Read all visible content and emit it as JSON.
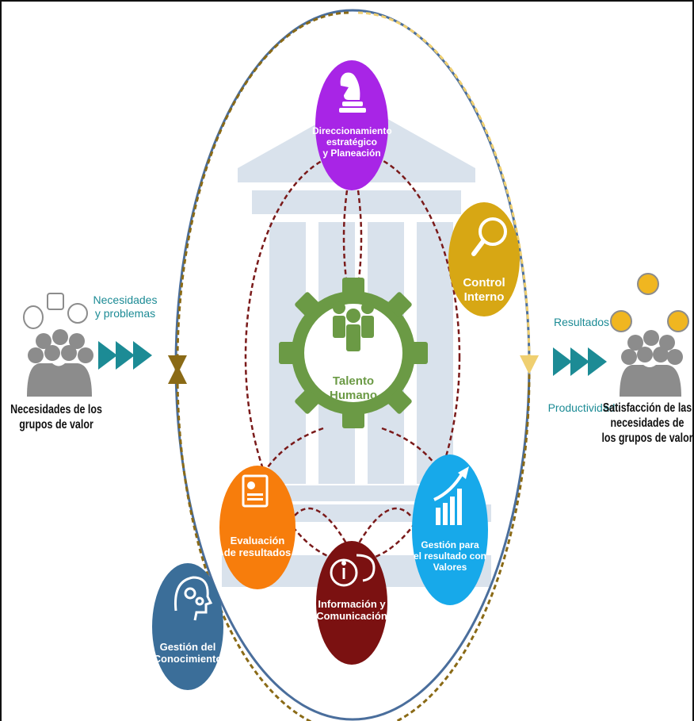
{
  "nodes": {
    "top": {
      "label_lines": [
        "Direccionamiento",
        "estratégico",
        "y Planeación"
      ],
      "icon": "knight-chess-icon",
      "color": "#a825e6"
    },
    "control": {
      "label_lines": [
        "Control",
        "Interno"
      ],
      "icon": "magnifier-icon",
      "color": "#d7a714"
    },
    "center": {
      "label_lines": [
        "Talento",
        "Humano"
      ],
      "icon": "team-gear-icon",
      "color": "#6b9a45"
    },
    "evaluation": {
      "label_lines": [
        "Evaluación",
        "de resultados"
      ],
      "icon": "report-document-icon",
      "color": "#f77d0c"
    },
    "management": {
      "label_lines": [
        "Gestión para",
        "el resultado con",
        "Valores"
      ],
      "icon": "growth-chart-icon",
      "color": "#17a9ea"
    },
    "info": {
      "label_lines": [
        "Información y",
        "Comunicación"
      ],
      "icon": "speech-bubbles-info-icon",
      "color": "#7b1111"
    },
    "knowledge": {
      "label_lines": [
        "Gestión del",
        "Conocimiento"
      ],
      "icon": "head-gears-icon",
      "color": "#3b6e99"
    }
  },
  "left": {
    "flow_lines": [
      "Necesidades",
      "y problemas"
    ],
    "group_lines": [
      "Necesidades de los",
      "grupos de valor"
    ],
    "icon": "people-group-speech-icon"
  },
  "right": {
    "flow_top": "Resultados",
    "flow_bottom": "Productividad",
    "group_lines": [
      "Satisfacción de las",
      "necesidades de",
      "los grupos de valor"
    ],
    "icon": "people-group-smiley-icon"
  },
  "colors": {
    "teal": "#1c8b95",
    "ring": "#4a6e9c",
    "dash_gold": "#8a6a16",
    "dash_light": "#efcf70",
    "dash_red": "#7a1a1a",
    "building": "#d9e2ec",
    "people": "#8c8c8c"
  }
}
